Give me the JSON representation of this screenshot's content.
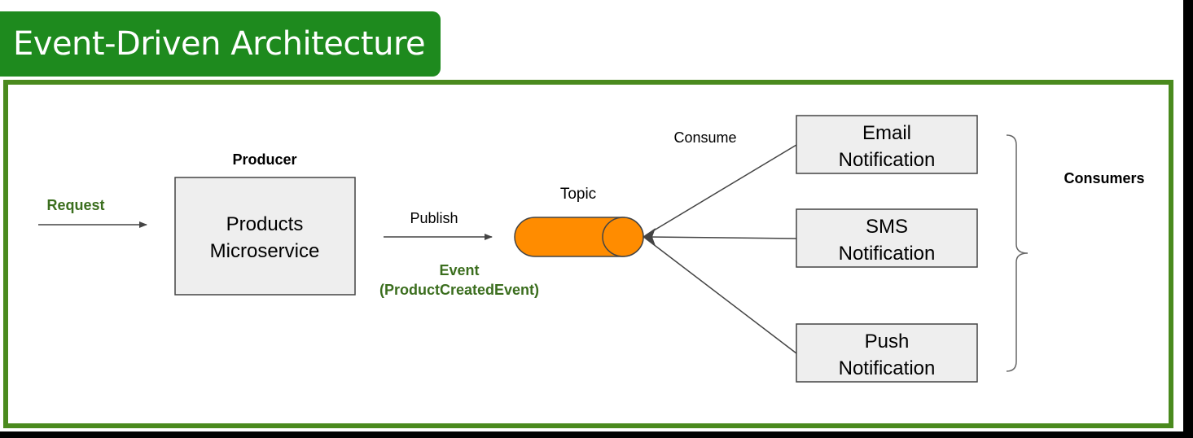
{
  "title": "Event-Driven Architecture",
  "request_label": "Request",
  "producer": {
    "heading": "Producer",
    "box_line1": "Products",
    "box_line2": "Microservice"
  },
  "publish_label": "Publish",
  "event_label": {
    "line1": "Event",
    "line2": "(ProductCreatedEvent)"
  },
  "topic_label": "Topic",
  "consume_label": "Consume",
  "consumers_heading": "Consumers",
  "consumers": [
    {
      "line1": "Email",
      "line2": "Notification"
    },
    {
      "line1": "SMS",
      "line2": "Notification"
    },
    {
      "line1": "Push",
      "line2": "Notification"
    }
  ],
  "colors": {
    "title_bg": "#1e8a1e",
    "frame_border": "#4a8a1e",
    "green_text": "#3b6e1e",
    "topic_fill": "#ff8c00",
    "box_fill": "#eeeeee"
  }
}
